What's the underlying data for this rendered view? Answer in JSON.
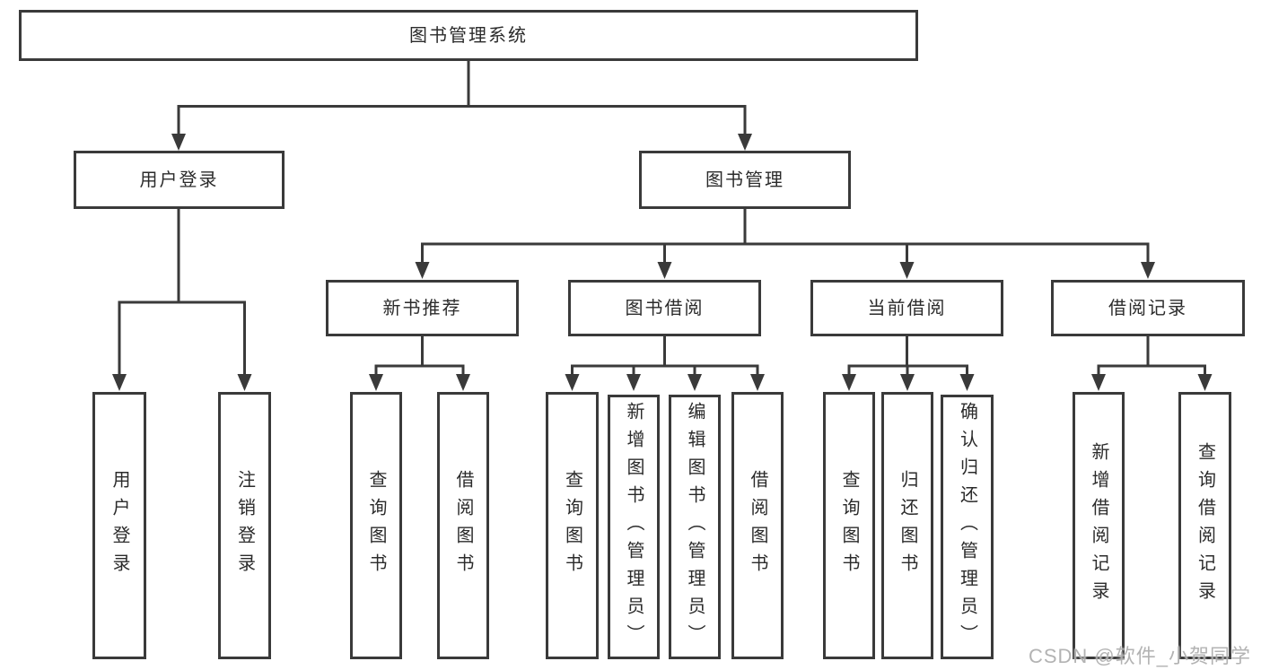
{
  "tree": {
    "root": "图书管理系统",
    "branches": [
      {
        "label": "用户登录",
        "leaves": [
          "用户登录",
          "注销登录"
        ]
      },
      {
        "label": "图书管理",
        "groups": [
          {
            "label": "新书推荐",
            "leaves": [
              "查询图书",
              "借阅图书"
            ]
          },
          {
            "label": "图书借阅",
            "leaves": [
              "查询图书",
              "新增图书（管理员）",
              "编辑图书（管理员）",
              "借阅图书"
            ]
          },
          {
            "label": "当前借阅",
            "leaves": [
              "查询图书",
              "归还图书",
              "确认归还（管理员）"
            ]
          },
          {
            "label": "借阅记录",
            "leaves": [
              "新增借阅记录",
              "查询借阅记录"
            ]
          }
        ]
      }
    ]
  },
  "watermark": {
    "text": "CSDN @软件_小贺同学"
  },
  "colors": {
    "background": "#ffffff",
    "line": "#3a3a3a",
    "text": "#2b2b2b",
    "watermark": "#a8a8a8"
  }
}
